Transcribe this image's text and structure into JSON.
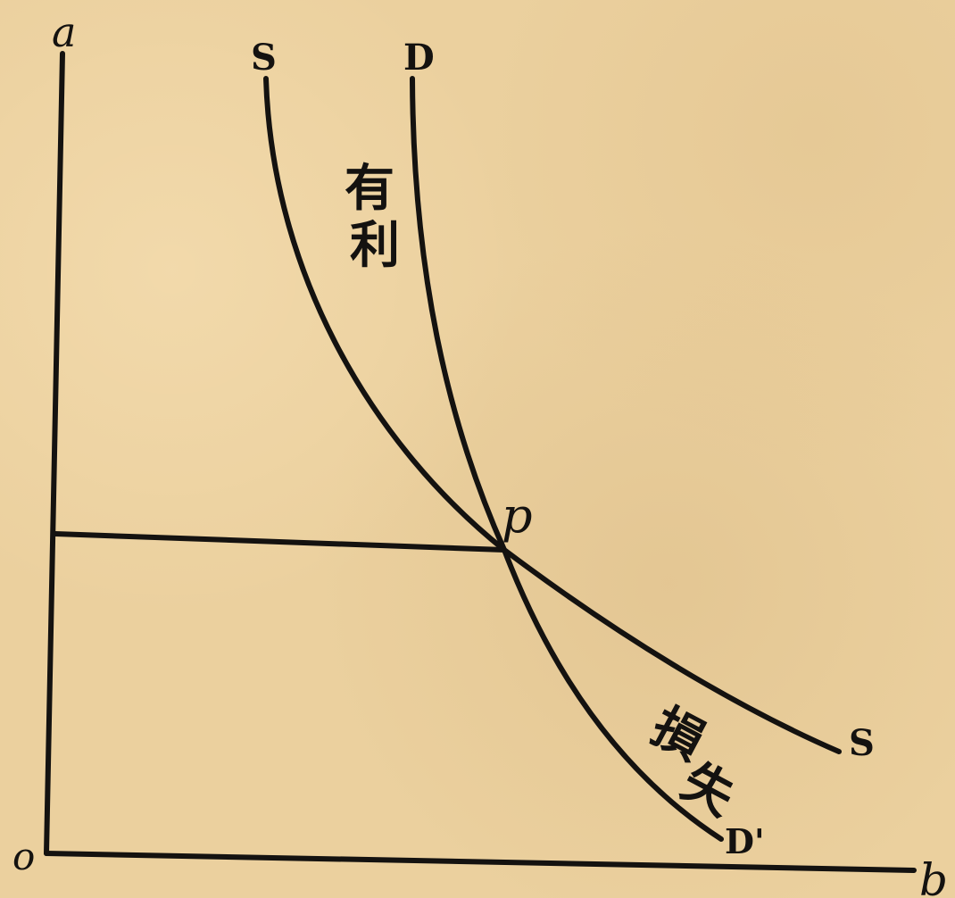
{
  "diagram": {
    "axis_labels": {
      "vertical": "a",
      "horizontal": "b",
      "origin": "o"
    },
    "curve_labels": {
      "supply_top": "S",
      "supply_bottom": "S",
      "demand_top": "D",
      "demand_bottom": "D'"
    },
    "intersection_label": "p",
    "regions": {
      "profit": [
        "有",
        "利"
      ],
      "loss": [
        "損",
        "失"
      ]
    },
    "colors": {
      "ink": "#141210",
      "paper": "#ebd09e"
    }
  }
}
